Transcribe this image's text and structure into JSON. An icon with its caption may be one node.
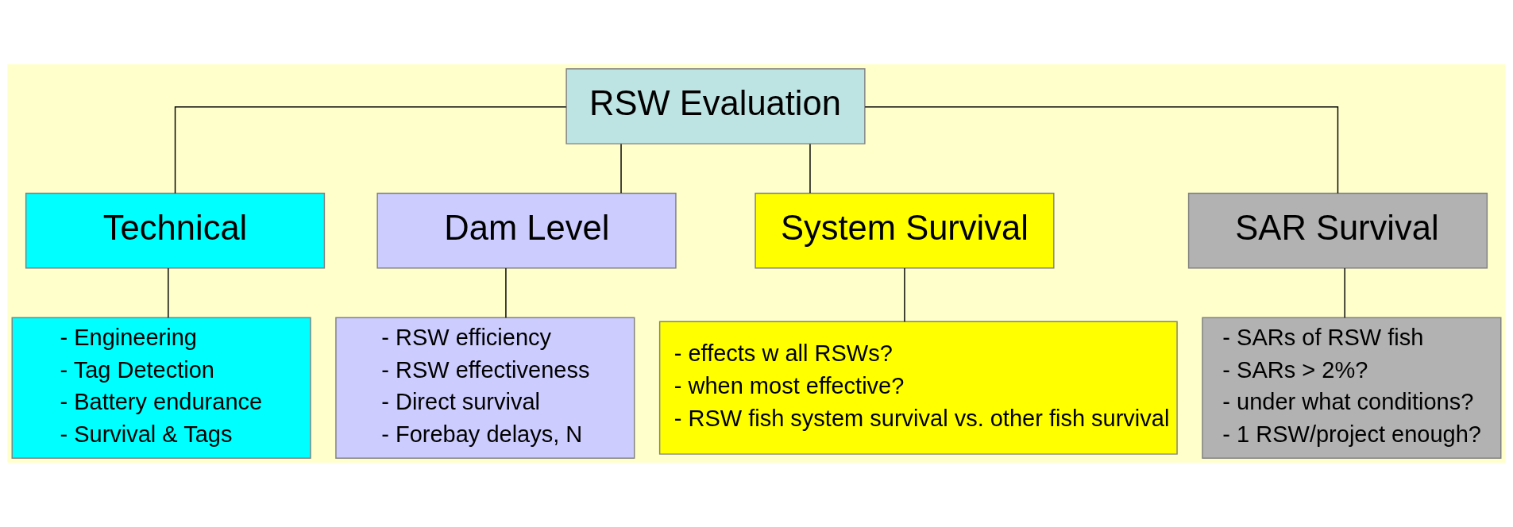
{
  "diagram": {
    "nodes": [
      {
        "text": [
          "RSW Evaluation"
        ]
      },
      {
        "text": [
          "Technical"
        ]
      },
      {
        "text": [
          "Dam Level"
        ]
      },
      {
        "text": [
          "System Survival"
        ]
      },
      {
        "text": [
          "SAR Survival"
        ]
      },
      {
        "text": [
          "- Engineering",
          "- Tag Detection",
          "- Battery endurance",
          "- Survival & Tags"
        ]
      },
      {
        "text": [
          "- RSW efficiency",
          "- RSW effectiveness",
          "- Direct survival",
          "- Forebay delays, N"
        ]
      },
      {
        "text": [
          "- effects w all RSWs?",
          "- when most effective?",
          "- RSW fish system survival vs. other fish survival"
        ]
      },
      {
        "text": [
          "- SARs of RSW fish",
          "- SARs > 2%?",
          "- under what conditions?",
          "- 1 RSW/project enough?"
        ]
      }
    ],
    "edges": [
      {
        "from": 0,
        "to": 1,
        "arrow": "none"
      },
      {
        "from": 0,
        "to": 2,
        "arrow": "none"
      },
      {
        "from": 0,
        "to": 3,
        "arrow": "none"
      },
      {
        "from": 0,
        "to": 4,
        "arrow": "none"
      },
      {
        "from": 1,
        "to": 5,
        "arrow": "none"
      },
      {
        "from": 2,
        "to": 6,
        "arrow": "none"
      },
      {
        "from": 3,
        "to": 7,
        "arrow": "none"
      },
      {
        "from": 4,
        "to": 8,
        "arrow": "none"
      }
    ]
  }
}
